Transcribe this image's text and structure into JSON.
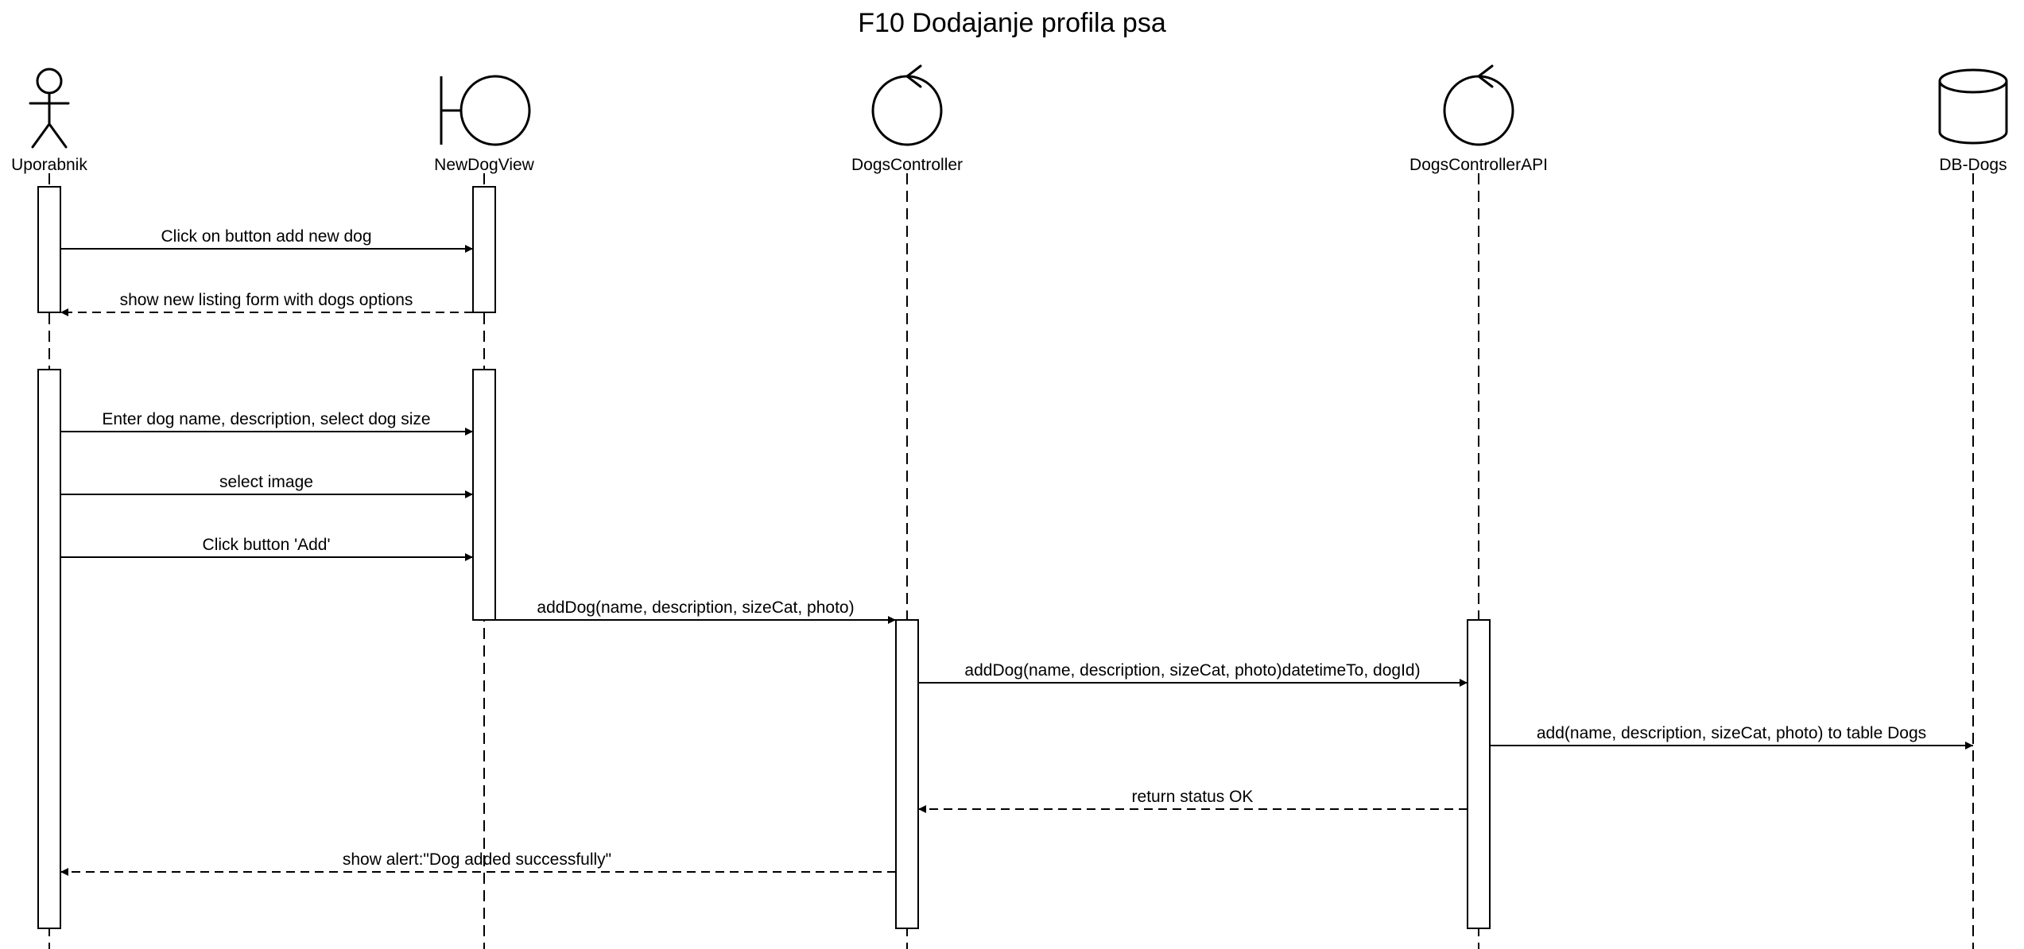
{
  "title": "F10 Dodajanje profila psa",
  "colors": {
    "stroke": "#000000",
    "background": "#ffffff"
  },
  "participants": [
    {
      "id": "user",
      "label": "Uporabnik",
      "kind": "actor",
      "icon": "actor-icon"
    },
    {
      "id": "view",
      "label": "NewDogView",
      "kind": "boundary",
      "icon": "boundary-icon"
    },
    {
      "id": "ctrl",
      "label": "DogsController",
      "kind": "control",
      "icon": "control-icon"
    },
    {
      "id": "api",
      "label": "DogsControllerAPI",
      "kind": "control",
      "icon": "control-icon"
    },
    {
      "id": "db",
      "label": "DB-Dogs",
      "kind": "database",
      "icon": "database-icon"
    }
  ],
  "messages": [
    {
      "from": "user",
      "to": "view",
      "label": "Click on button add new dog",
      "style": "sync"
    },
    {
      "from": "view",
      "to": "user",
      "label": "show new listing form with dogs options",
      "style": "return"
    },
    {
      "from": "user",
      "to": "view",
      "label": "Enter dog name, description, select dog size",
      "style": "sync"
    },
    {
      "from": "user",
      "to": "view",
      "label": "select image",
      "style": "sync"
    },
    {
      "from": "user",
      "to": "view",
      "label": "Click button 'Add'",
      "style": "sync"
    },
    {
      "from": "view",
      "to": "ctrl",
      "label": "addDog(name, description, sizeCat, photo)",
      "style": "sync"
    },
    {
      "from": "ctrl",
      "to": "api",
      "label": "addDog(name, description, sizeCat, photo)datetimeTo, dogId)",
      "style": "sync"
    },
    {
      "from": "api",
      "to": "db",
      "label": "add(name, description, sizeCat, photo) to table Dogs",
      "style": "sync"
    },
    {
      "from": "api",
      "to": "ctrl",
      "label": "return status OK",
      "style": "return"
    },
    {
      "from": "ctrl",
      "to": "user",
      "label": "show alert:\"Dog added successfully\"",
      "style": "return"
    }
  ]
}
